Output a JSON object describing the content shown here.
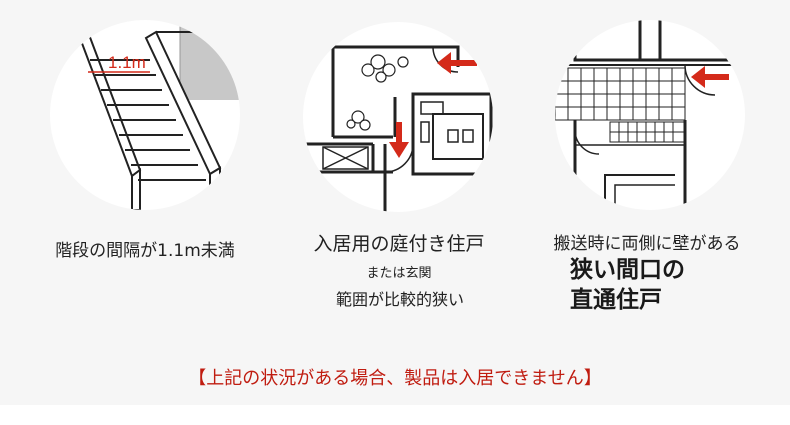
{
  "items": [
    {
      "icon": "staircase-icon",
      "measure": "1.1m",
      "caption": "階段の間隔が1.1m未満"
    },
    {
      "icon": "floor-plan-icon",
      "caption": "入居用の庭付き住戸",
      "sub_caption": "または玄関",
      "detail": "範囲が比較的狭い"
    },
    {
      "icon": "corridor-plan-icon",
      "caption": "搬送時に両側に壁がある",
      "emphasis_line1": "狭い間口の",
      "emphasis_line2": "直通住戸"
    }
  ],
  "notice": "【上記の状況がある場合、製品は入居できません】",
  "colors": {
    "accent": "#d42a1a",
    "notice": "#c01c10",
    "panel": "#f6f6f6"
  }
}
